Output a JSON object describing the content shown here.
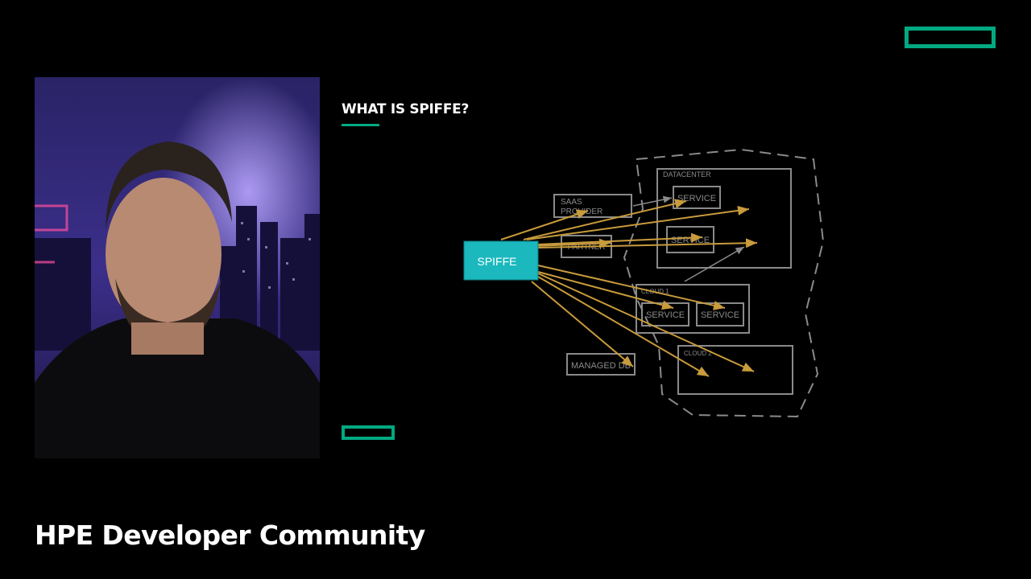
{
  "slide": {
    "title": "WHAT IS SPIFFE?"
  },
  "diagram": {
    "center_label": "SPIFFE",
    "saas_provider_line1": "SAAS",
    "saas_provider_line2": "PROVIDER",
    "partner_label": "PARTNER",
    "datacenter_label": "DATACENTER",
    "dc_service_1": "SERVICE",
    "dc_service_2": "SERVICE",
    "cloud1_label": "CLOUD 1",
    "cloud1_service_1": "SERVICE",
    "cloud1_service_2": "SERVICE",
    "cloud2_label": "CLOUD 2",
    "managed_db_label": "MANAGED DB",
    "colors": {
      "accent": "#01A982",
      "spiffe_box": "#1BB8BE",
      "arrows": "#C89B3C",
      "boxes": "#8a8a8a"
    }
  },
  "footer": {
    "title": "HPE Developer Community"
  },
  "brand": {
    "logo_icon": "hpe-element-logo"
  }
}
